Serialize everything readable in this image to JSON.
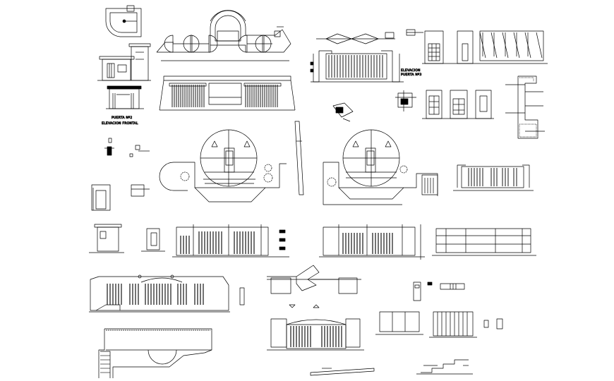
{
  "labels": {
    "puerta_2": "PUERTA Nº2",
    "elevacion_frontal": "ELEVACION FRONTAL",
    "elevacion": "ELEVACION",
    "puerta_3": "PUERTA Nº3"
  },
  "colors": {
    "line": "#000000",
    "background": "#ffffff"
  }
}
